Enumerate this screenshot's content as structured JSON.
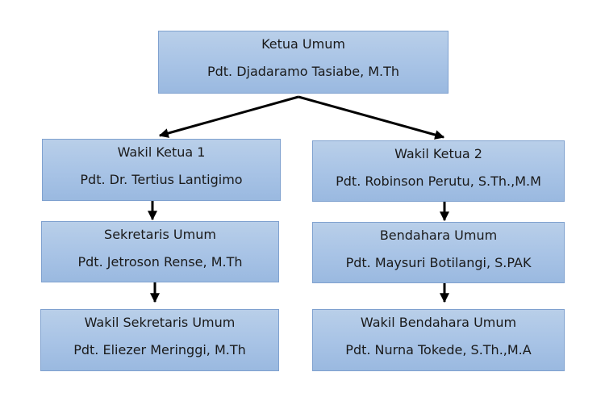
{
  "ketua_umum": {
    "role": "Ketua Umum",
    "person": "Pdt. Djadaramo Tasiabe, M.Th"
  },
  "wakil_ketua_1": {
    "role": "Wakil Ketua 1",
    "person": "Pdt. Dr. Tertius Lantigimo"
  },
  "wakil_ketua_2": {
    "role": "Wakil Ketua 2",
    "person": "Pdt. Robinson Perutu, S.Th.,M.M"
  },
  "sekretaris_umum": {
    "role": "Sekretaris Umum",
    "person": "Pdt. Jetroson Rense, M.Th"
  },
  "bendahara_umum": {
    "role": "Bendahara Umum",
    "person": "Pdt. Maysuri Botilangi, S.PAK"
  },
  "wakil_sekretaris_umum": {
    "role": "Wakil Sekretaris Umum",
    "person": "Pdt. Eliezer Meringgi, M.Th"
  },
  "wakil_bendahara_umum": {
    "role": "Wakil Bendahara Umum",
    "person": "Pdt. Nurna Tokede, S.Th.,M.A"
  },
  "colors": {
    "box_fill": "#a9c4e6",
    "box_border": "#7fa1cf",
    "connector": "#000000"
  }
}
